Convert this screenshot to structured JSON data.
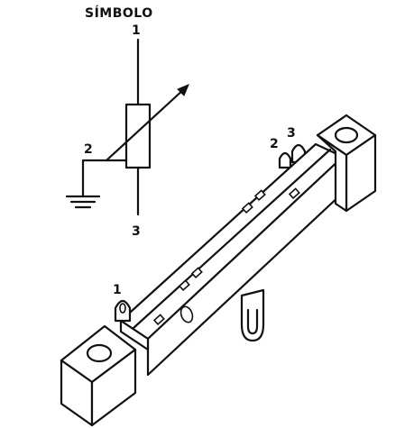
{
  "title": "SÍMBOLO",
  "symbol": {
    "pin1": "1",
    "pin2": "2",
    "pin3": "3"
  },
  "component": {
    "pin1": "1",
    "pin2": "2",
    "pin3": "3"
  },
  "colors": {
    "ink": "#111111",
    "paper": "#ffffff"
  }
}
